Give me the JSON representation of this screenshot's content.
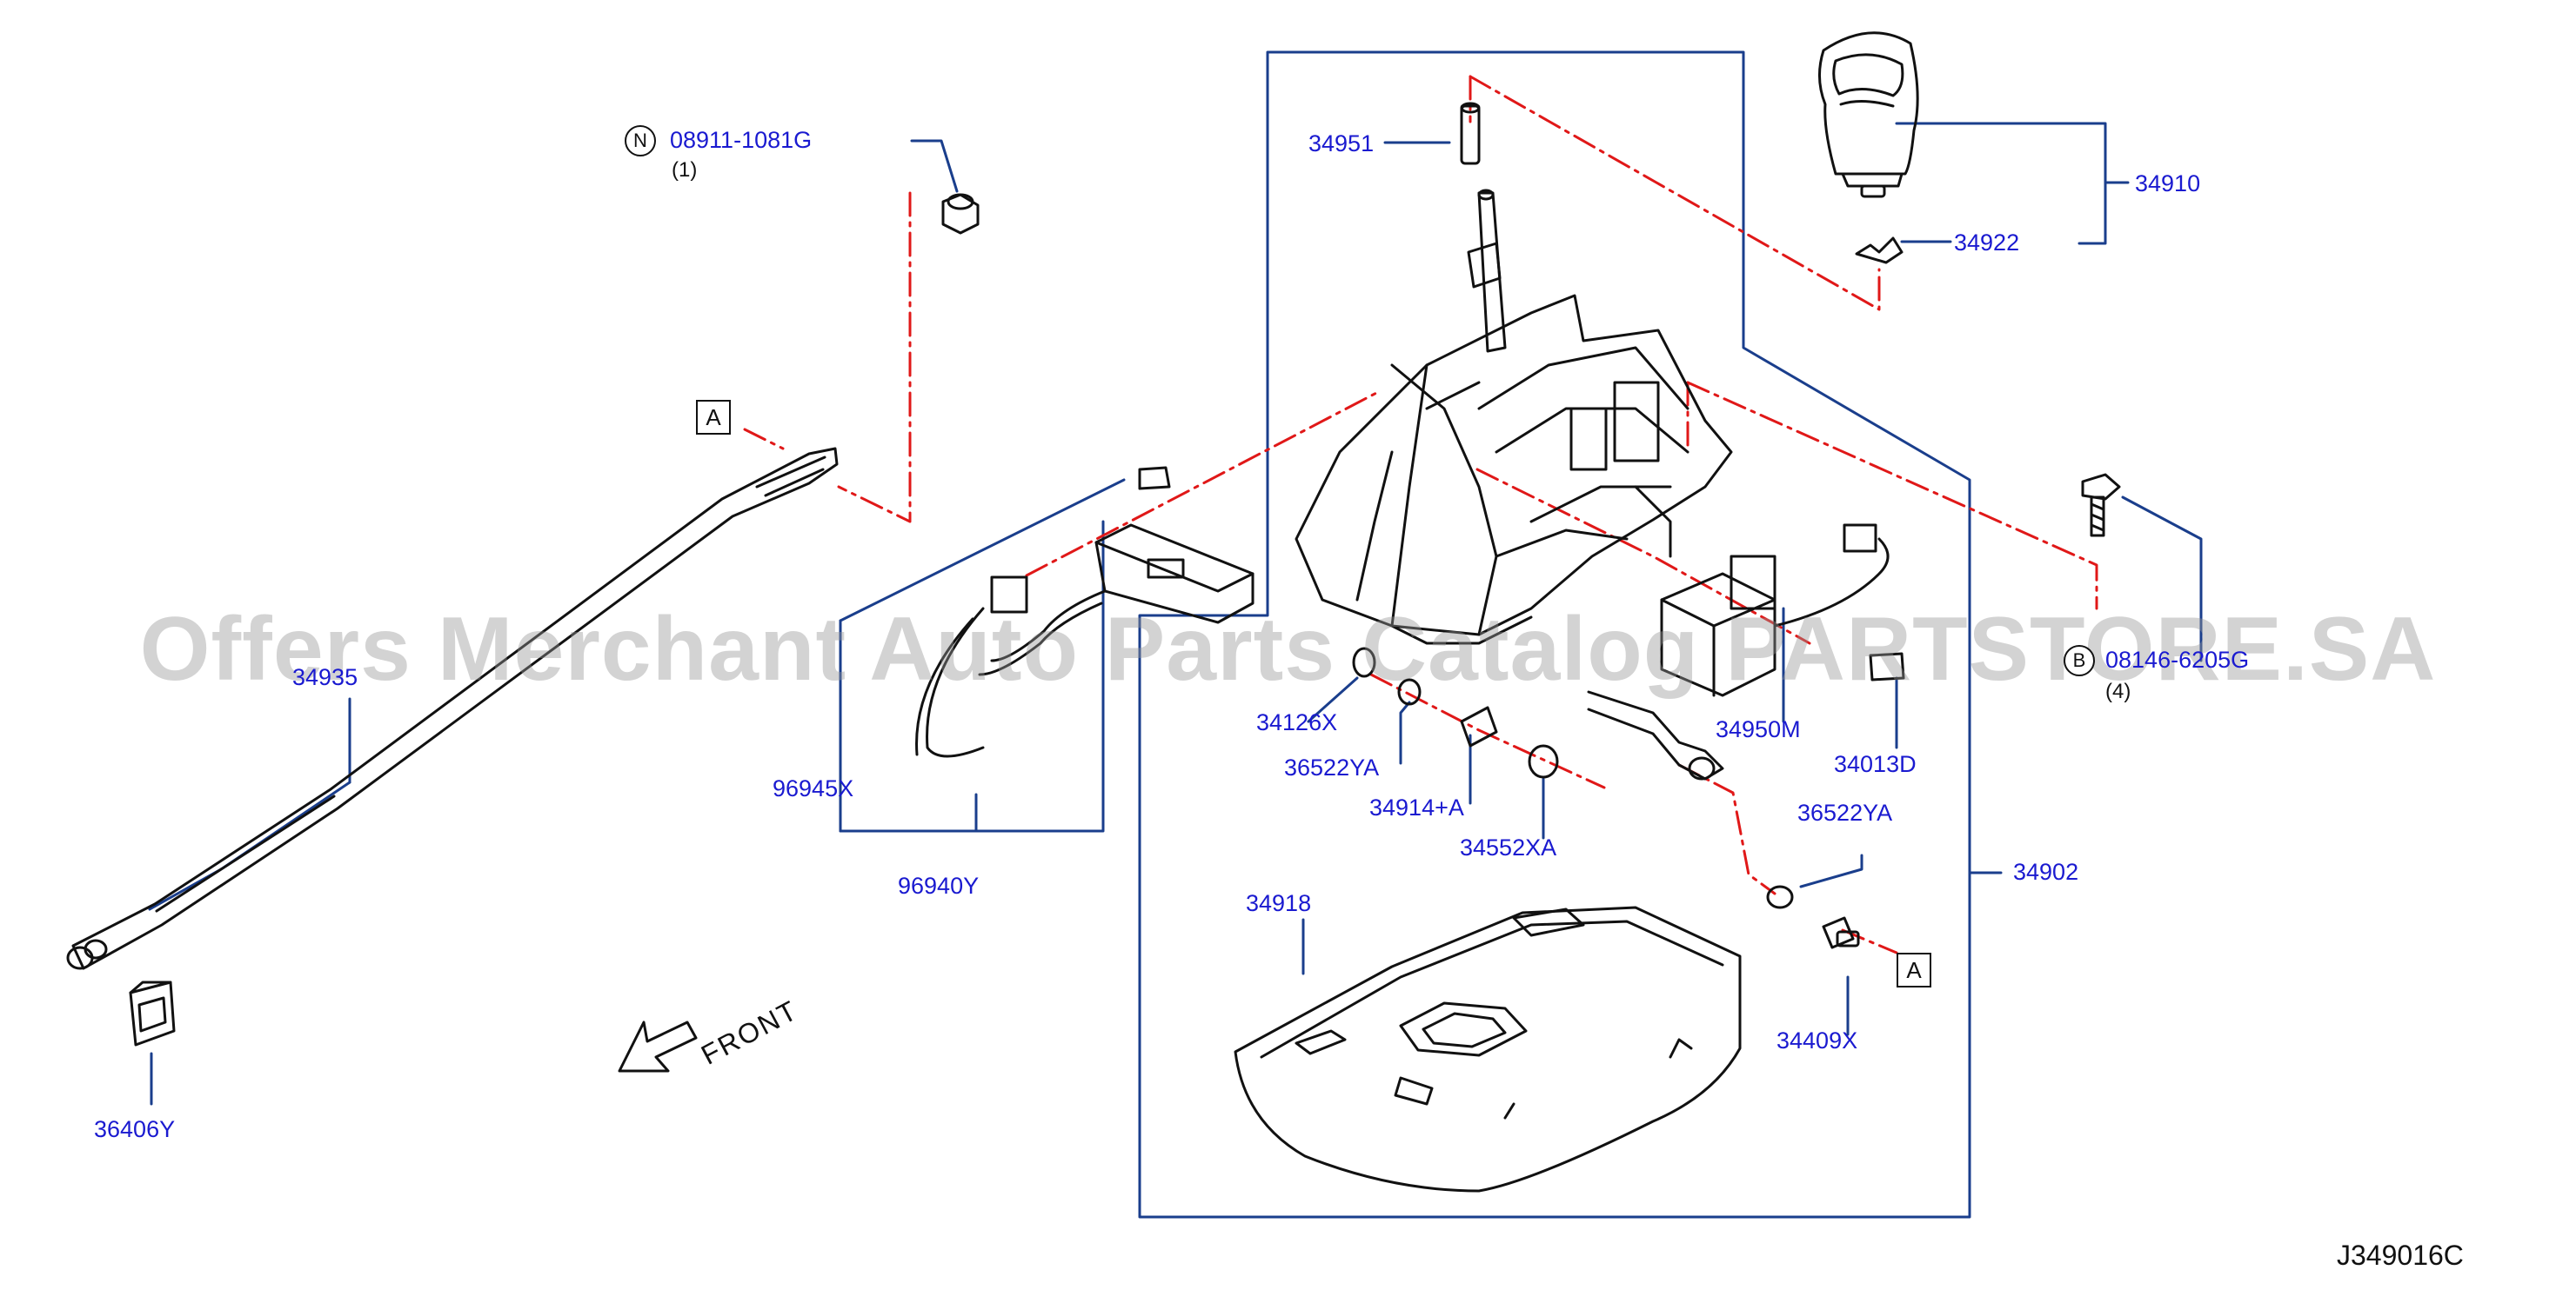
{
  "callouts": {
    "p08911": "08911-1081G",
    "p08911_qty": "(1)",
    "p34951": "34951",
    "p34910": "34910",
    "p34922": "34922",
    "p34935": "34935",
    "p34126": "34126X",
    "p36522ya_1": "36522YA",
    "p34914": "34914+A",
    "p34552": "34552XA",
    "p34950": "34950M",
    "p34013": "34013D",
    "p36522ya_2": "36522YA",
    "p96945": "96945X",
    "p96940": "96940Y",
    "p34902": "34902",
    "p34918": "34918",
    "p34409": "34409X",
    "p36406": "36406Y",
    "p0814": "08146-6205G",
    "p0814_qty": "(4)"
  },
  "markers": {
    "n_symbol": "N",
    "b_symbol": "B",
    "ref_a": "A"
  },
  "direction_label": "FRONT",
  "diagram_id": "J349016C",
  "watermark": "Offers Merchant Auto Parts Catalog PARTSTORE.SA",
  "colors": {
    "label_blue": "#1a1ad0",
    "leader_blue": "#1a3e8c",
    "dash_red": "#e01818",
    "line_art": "#111111"
  }
}
